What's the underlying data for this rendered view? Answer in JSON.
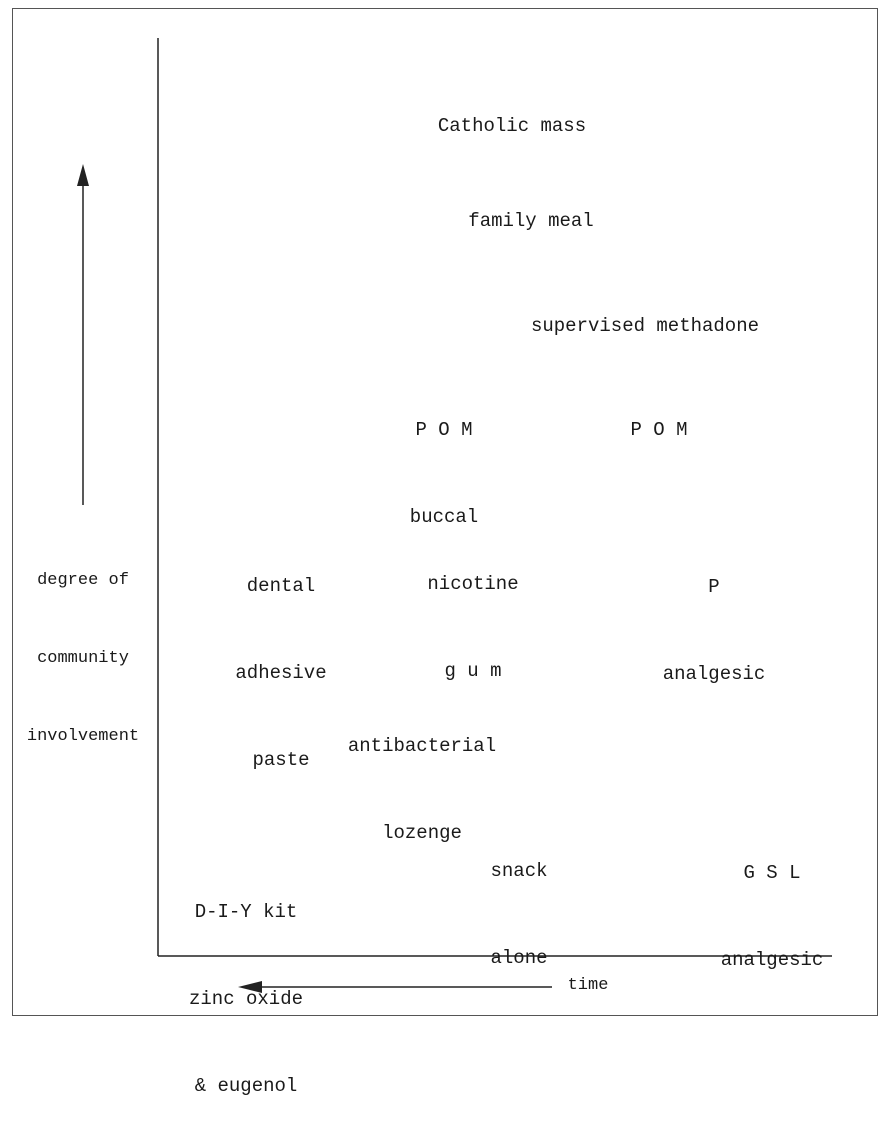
{
  "labels": [
    {
      "id": "catholic-mass",
      "lines": [
        "Catholic mass"
      ]
    },
    {
      "id": "family-meal",
      "lines": [
        "family meal"
      ]
    },
    {
      "id": "supervised-methadone",
      "lines": [
        "supervised methadone"
      ]
    },
    {
      "id": "pom-buccal",
      "lines": [
        "P O M",
        "buccal"
      ]
    },
    {
      "id": "pom",
      "lines": [
        "P O M"
      ]
    },
    {
      "id": "dental-adhesive-paste",
      "lines": [
        "dental",
        "adhesive",
        "paste"
      ]
    },
    {
      "id": "nicotine-gum",
      "lines": [
        "nicotine",
        "g u m"
      ]
    },
    {
      "id": "p-analgesic",
      "lines": [
        "P",
        "analgesic"
      ]
    },
    {
      "id": "antibacterial-lozenge",
      "lines": [
        "antibacterial",
        "lozenge"
      ]
    },
    {
      "id": "snack-alone",
      "lines": [
        "snack",
        "alone"
      ]
    },
    {
      "id": "gsl-analgesic",
      "lines": [
        "G S L",
        "analgesic"
      ]
    },
    {
      "id": "diy-kit",
      "lines": [
        "D-I-Y kit",
        "zinc oxide",
        "& eugenol"
      ]
    }
  ],
  "y_axis_label": [
    "degree of",
    "community",
    "involvement"
  ],
  "x_axis_label": "time"
}
